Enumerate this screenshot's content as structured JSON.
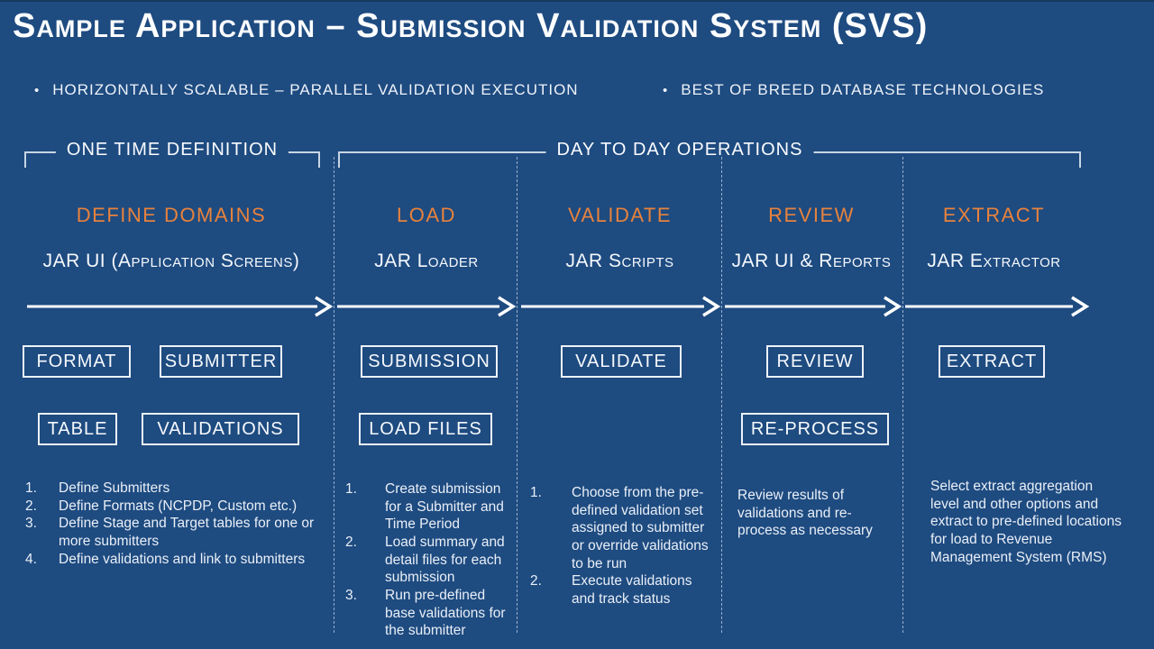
{
  "title": "Sample Application – Submission Validation System (SVS)",
  "bullets": [
    "HORIZONTALLY SCALABLE – PARALLEL VALIDATION EXECUTION",
    "BEST OF BREED DATABASE TECHNOLOGIES"
  ],
  "phase_groups": [
    {
      "label": "ONE TIME DEFINITION"
    },
    {
      "label": "DAY TO DAY OPERATIONS"
    }
  ],
  "columns": [
    {
      "header": "DEFINE DOMAINS",
      "tool": "JAR UI (Application Screens)",
      "boxes": [
        "FORMAT",
        "SUBMITTER",
        "TABLE",
        "VALIDATIONS"
      ],
      "steps": [
        "Define Submitters",
        "Define Formats (NCPDP, Custom etc.)",
        "Define Stage and Target tables for one or more submitters",
        "Define validations and link to submitters"
      ]
    },
    {
      "header": "LOAD",
      "tool": "JAR Loader",
      "boxes": [
        "SUBMISSION",
        "LOAD FILES"
      ],
      "steps": [
        "Create submission for a Submitter and Time Period",
        "Load summary and detail files for each submission",
        "Run pre-defined base validations for the submitter"
      ]
    },
    {
      "header": "VALIDATE",
      "tool": "JAR Scripts",
      "boxes": [
        "VALIDATE"
      ],
      "steps": [
        "Choose from the pre-defined validation set assigned to submitter or override validations to be run",
        "Execute validations and track status"
      ]
    },
    {
      "header": "REVIEW",
      "tool": "JAR UI & Reports",
      "boxes": [
        "REVIEW",
        "RE-PROCESS"
      ],
      "note": "Review results of validations and re-process as necessary"
    },
    {
      "header": "EXTRACT",
      "tool": "JAR Extractor",
      "boxes": [
        "EXTRACT"
      ],
      "note": "Select extract aggregation level and other options and extract to pre-defined locations for load to Revenue Management System (RMS)"
    }
  ],
  "colors": {
    "background": "#1E4B80",
    "accent_orange": "#E8823C",
    "line_gray": "#C9D5E4",
    "text_white": "#FFFFFF"
  }
}
